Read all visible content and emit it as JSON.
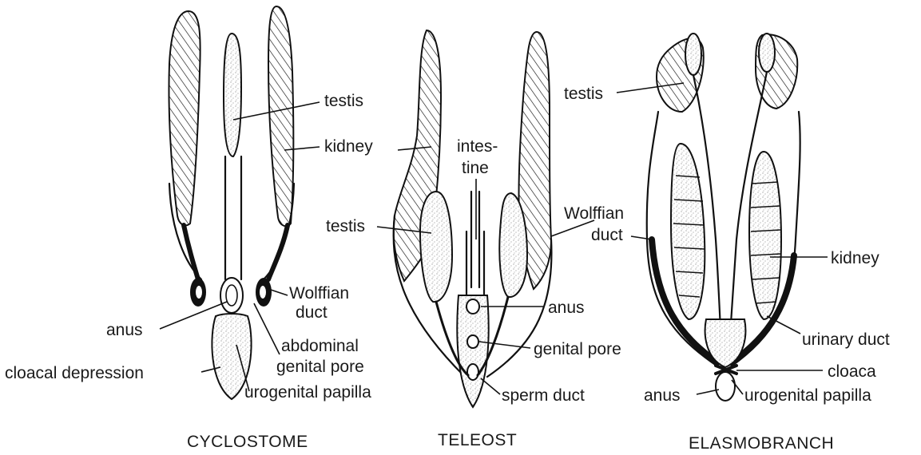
{
  "panels": {
    "cyclostome": {
      "title": "CYCLOSTOME",
      "labels": {
        "testis": "testis",
        "kidney": "kidney",
        "wolffian_duct_1": "Wolffian",
        "wolffian_duct_2": "duct",
        "anus": "anus",
        "abdominal_pore_1": "abdominal",
        "abdominal_pore_2": "genital pore",
        "cloacal_depression": "cloacal depression",
        "urogenital_papilla": "urogenital papilla"
      }
    },
    "teleost": {
      "title": "TELEOST",
      "labels": {
        "intestine_1": "intes-",
        "intestine_2": "tine",
        "testis": "testis",
        "anus": "anus",
        "genital_pore": "genital pore",
        "sperm_duct": "sperm duct"
      }
    },
    "elasmobranch": {
      "title": "ELASMOBRANCH",
      "labels": {
        "testis": "testis",
        "wolffian_duct_1": "Wolffian",
        "wolffian_duct_2": "duct",
        "kidney": "kidney",
        "urinary_duct": "urinary duct",
        "cloaca": "cloaca",
        "anus": "anus",
        "urogenital_papilla": "urogenital papilla"
      }
    }
  }
}
